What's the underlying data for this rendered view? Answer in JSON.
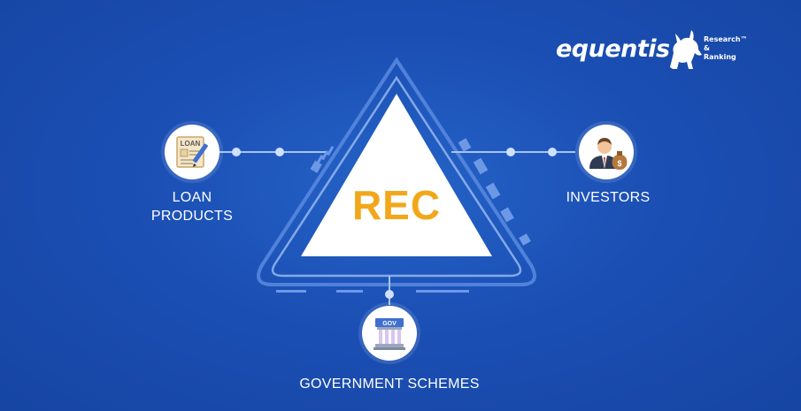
{
  "center": {
    "label": "REC"
  },
  "nodes": {
    "loan": {
      "line1": "LOAN",
      "line2": "PRODUCTS",
      "icon": "loan-document-icon",
      "icon_text": "LOAN"
    },
    "investors": {
      "label": "INVESTORS",
      "icon": "investor-money-bag-icon"
    },
    "government": {
      "label": "GOVERNMENT SCHEMES",
      "icon": "government-building-icon",
      "icon_text": "GOV"
    }
  },
  "brand": {
    "name": "equentis",
    "tagline_1": "Research™",
    "tagline_2": "&",
    "tagline_3": "Ranking"
  },
  "colors": {
    "background": "#1b4fb4",
    "accent": "#f2a71b",
    "triangle_fill": "#ffffff",
    "outline": "#5b8be0"
  }
}
